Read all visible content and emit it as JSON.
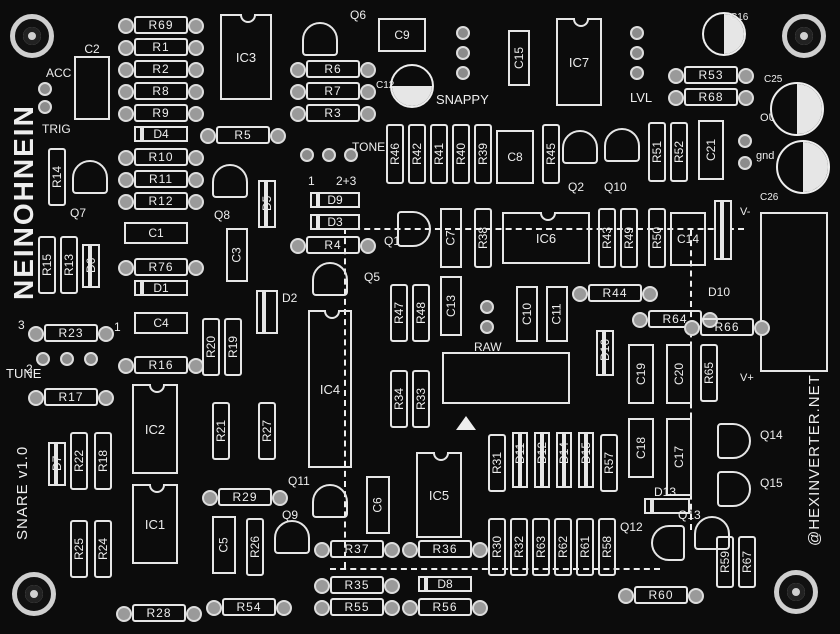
{
  "board": {
    "name": "NEINOHNEIN",
    "version": "SNARE v1.0",
    "website": "@HEXINVERTER.NET",
    "pot_labels": {
      "tune": "TUNE",
      "tone": "TONE",
      "snappy": "SNAPPY",
      "lvl": "LVL",
      "raw": "RAW",
      "acc": "ACC",
      "trig": "TRIG",
      "out": "OUT+",
      "gnd": "gnd"
    },
    "pin_labels": {
      "one": "1",
      "two": "2",
      "three": "3",
      "two_three": "2+3",
      "v_minus": "V-",
      "v_plus": "V+"
    }
  },
  "resistors_h": [
    "R69",
    "R1",
    "R2",
    "R8",
    "R9",
    "R10",
    "R11",
    "R12",
    "R5",
    "R6",
    "R7",
    "R3",
    "R4",
    "R76",
    "R23",
    "R16",
    "R17",
    "R29",
    "R28",
    "R54",
    "R35",
    "R55",
    "R56",
    "R37",
    "R36",
    "R44",
    "R64",
    "R53",
    "R68",
    "R60",
    "R66"
  ],
  "resistors_v": [
    "R14",
    "R15",
    "R13",
    "R46",
    "R42",
    "R41",
    "R40",
    "R39",
    "R45",
    "R51",
    "R52",
    "R38",
    "R43",
    "R49",
    "R50",
    "R47",
    "R48",
    "R34",
    "R33",
    "R20",
    "R19",
    "R21",
    "R27",
    "R22",
    "R18",
    "R25",
    "R24",
    "R26",
    "R31",
    "R57",
    "R30",
    "R32",
    "R63",
    "R62",
    "R61",
    "R58",
    "R65",
    "R59",
    "R67"
  ],
  "diodes": [
    "D4",
    "D9",
    "D3",
    "D1",
    "D6",
    "D5",
    "D2",
    "D7",
    "D8",
    "D10",
    "D11",
    "D12",
    "D14",
    "D15",
    "D13",
    "D16"
  ],
  "ics": [
    "IC3",
    "IC7",
    "IC6",
    "IC4",
    "IC2",
    "IC1",
    "IC5"
  ],
  "caps": [
    "C2",
    "C9",
    "C15",
    "C8",
    "C1",
    "C4",
    "C3",
    "C7",
    "C13",
    "C10",
    "C11",
    "C14",
    "C21",
    "C19",
    "C20",
    "C18",
    "C17",
    "C6",
    "C5"
  ],
  "ecaps": [
    "C16",
    "C12",
    "C25",
    "C26"
  ],
  "transistors": [
    "Q6",
    "Q7",
    "Q8",
    "Q1",
    "Q5",
    "Q2",
    "Q10",
    "Q11",
    "Q9",
    "Q12",
    "Q13",
    "Q14",
    "Q15"
  ]
}
